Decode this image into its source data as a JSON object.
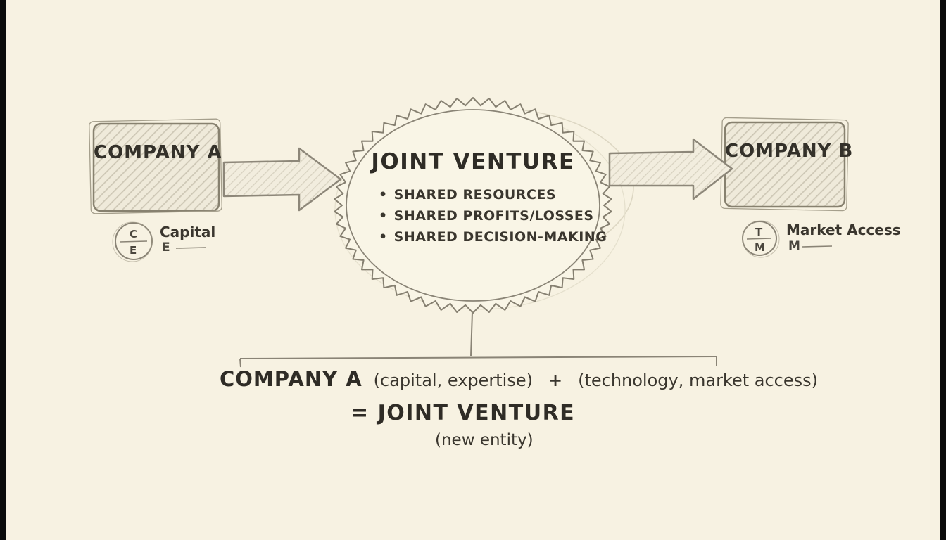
{
  "colors": {
    "background": "#f7f2e2",
    "ink": "#35322b",
    "sketch_stroke": "#87816f",
    "hatch": "#cdc7b5",
    "edge_bars": "#0b0b0b"
  },
  "company_a": {
    "label": "COMPANY A",
    "badge": {
      "top": "C",
      "bottom": "E"
    },
    "note": {
      "title": "Capital",
      "sub": "E"
    }
  },
  "company_b": {
    "label": "COMPANY B",
    "badge": {
      "top": "T",
      "bottom": "M"
    },
    "note": {
      "title": "Market Access",
      "sub": "M"
    }
  },
  "jv": {
    "title": "JOINT VENTURE",
    "bullet_glyph": "•",
    "bullets": [
      "SHARED RESOURCES",
      "SHARED PROFITS/LOSSES",
      "SHARED DECISION-MAKING"
    ]
  },
  "formula": {
    "company": "COMPANY A",
    "left_paren": "(capital, expertise)",
    "plus": "+",
    "right_paren": "(technology, market access)",
    "result": "= JOINT VENTURE",
    "note": "(new entity)"
  }
}
